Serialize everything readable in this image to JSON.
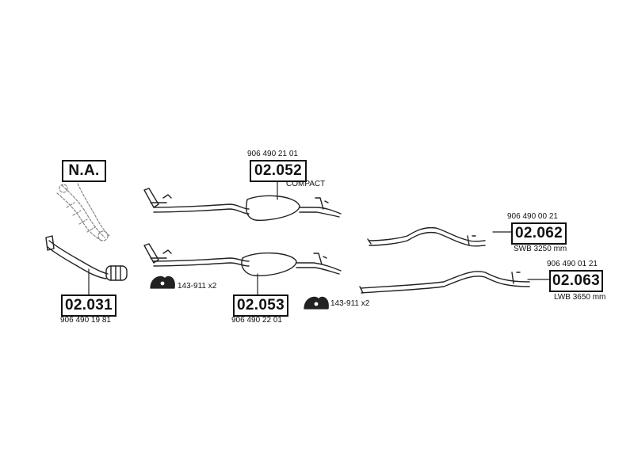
{
  "parts": {
    "na_box": "N.A.",
    "front_pipe": {
      "code": "02.031",
      "number": "906 490 19 81"
    },
    "muffler_compact": {
      "code": "02.052",
      "number": "906 490 21 01",
      "note": "COMPACT"
    },
    "muffler_std": {
      "code": "02.053",
      "number": "906 490 22 01"
    },
    "tail_swb": {
      "code": "02.062",
      "number": "906 490 00 21",
      "note": "SWB 3250 mm"
    },
    "tail_lwb": {
      "code": "02.063",
      "number": "906 490 01 21",
      "note": "LWB 3650 mm"
    },
    "hanger_left": {
      "label": "143-911 x2"
    },
    "hanger_right": {
      "label": "143-911 x2"
    }
  }
}
